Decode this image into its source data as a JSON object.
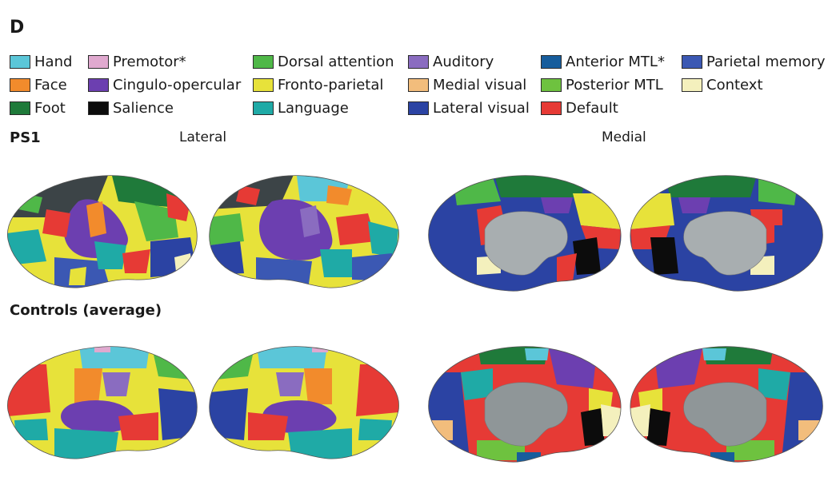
{
  "panel_letter": "D",
  "legend": {
    "items": [
      {
        "label": "Hand",
        "color": "#5bc6d8"
      },
      {
        "label": "Face",
        "color": "#f28b2c"
      },
      {
        "label": "Foot",
        "color": "#1f7a3a"
      },
      {
        "label": "Premotor*",
        "color": "#e0a9cf"
      },
      {
        "label": "Cingulo-opercular",
        "color": "#6c3fb0"
      },
      {
        "label": "Salience",
        "color": "#0c0c0c"
      },
      {
        "label": "Dorsal attention",
        "color": "#4fb848"
      },
      {
        "label": "Fronto-parietal",
        "color": "#e7e23a"
      },
      {
        "label": "Language",
        "color": "#1faaa6"
      },
      {
        "label": "Auditory",
        "color": "#8a6cc0"
      },
      {
        "label": "Medial visual",
        "color": "#f2bd7c"
      },
      {
        "label": "Lateral visual",
        "color": "#2b43a3"
      },
      {
        "label": "Anterior MTL*",
        "color": "#175d9c"
      },
      {
        "label": "Posterior MTL",
        "color": "#6ec23f"
      },
      {
        "label": "Default",
        "color": "#e63a35"
      },
      {
        "label": "Parietal memory",
        "color": "#3b58b3"
      },
      {
        "label": "Context",
        "color": "#f4f0bd"
      }
    ]
  },
  "rows": [
    {
      "label": "PS1"
    },
    {
      "label": "Controls (average)"
    }
  ],
  "views": {
    "lateral": "Lateral",
    "medial": "Medial"
  }
}
